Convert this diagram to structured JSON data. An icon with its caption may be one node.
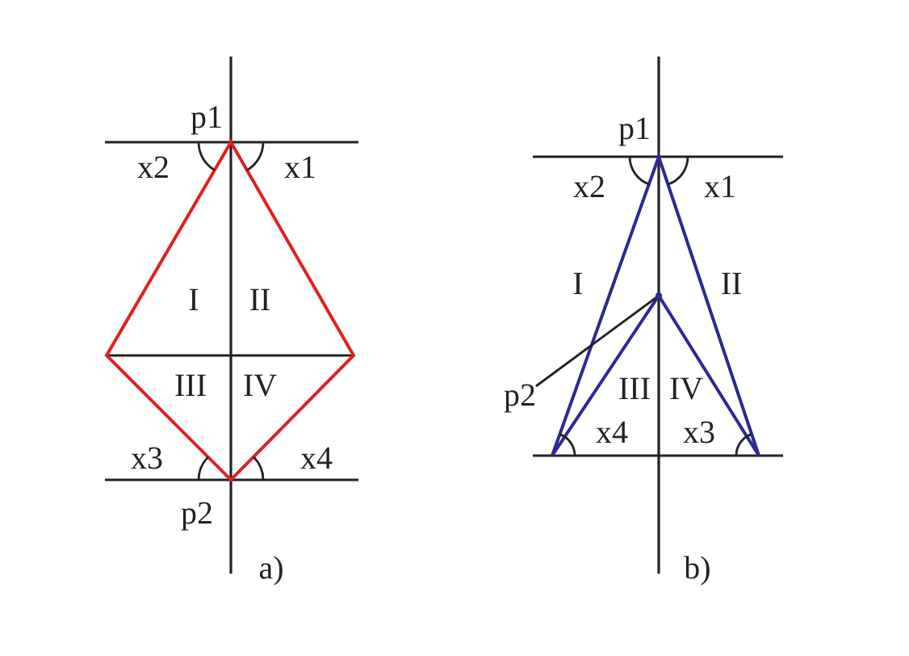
{
  "diagram": {
    "nodes": [
      {
        "text": [
          "p2"
        ]
      },
      {
        "text": [],
        "shape": "point"
      }
    ],
    "edges": [
      {
        "from": 0,
        "to": 1,
        "arrow": "none"
      }
    ],
    "labels": [
      "p1",
      "x2",
      "x1",
      "I",
      "II",
      "III",
      "IV",
      "x3",
      "x4",
      "p2",
      "a)",
      "p1",
      "x2",
      "x1",
      "I",
      "II",
      "III",
      "IV",
      "x4",
      "x3",
      "b)"
    ]
  }
}
